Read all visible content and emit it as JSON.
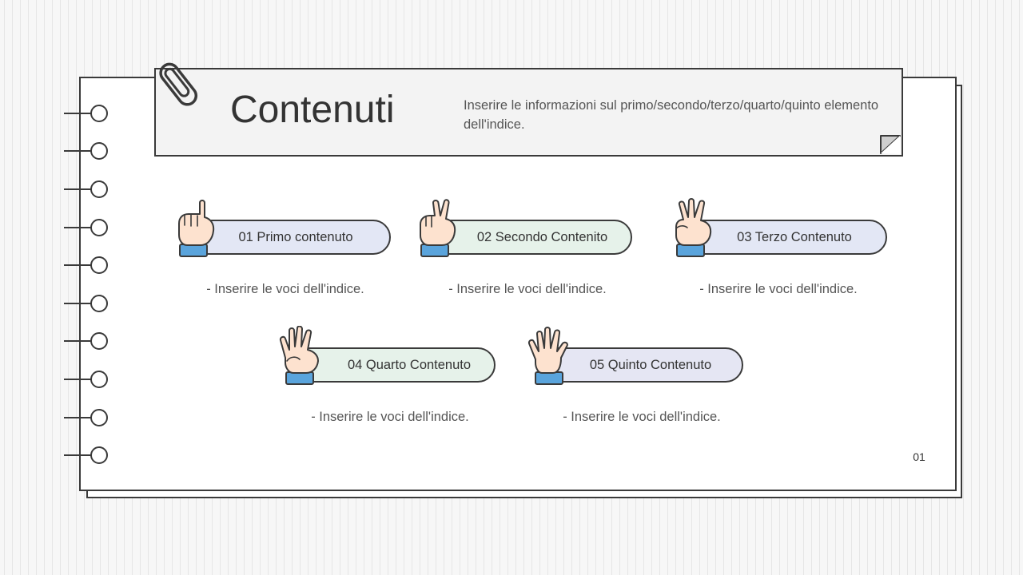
{
  "slide": {
    "title": "Contenuti",
    "subtitle": "Inserire le informazioni sul primo/secondo/terzo/quarto/quinto elemento dell'indice.",
    "page_number": "01"
  },
  "items": [
    {
      "label": "01 Primo contenuto",
      "description": "- Inserire le voci dell'indice.",
      "fingers": 1,
      "color": "#e3e7f5"
    },
    {
      "label": "02 Secondo Contenito",
      "description": "- Inserire le voci dell'indice.",
      "fingers": 2,
      "color": "#e6f2ea"
    },
    {
      "label": "03 Terzo Contenuto",
      "description": "- Inserire le voci dell'indice.",
      "fingers": 3,
      "color": "#e3e7f5"
    },
    {
      "label": "04 Quarto Contenuto",
      "description": "- Inserire le voci dell'indice.",
      "fingers": 4,
      "color": "#e6f2ea"
    },
    {
      "label": "05 Quinto Contenuto",
      "description": "- Inserire le voci dell'indice.",
      "fingers": 5,
      "color": "#e5e6f3"
    }
  ],
  "colors": {
    "outline": "#3a3a3a",
    "skin": "#fde2cf",
    "cuff": "#5aa4dc"
  }
}
